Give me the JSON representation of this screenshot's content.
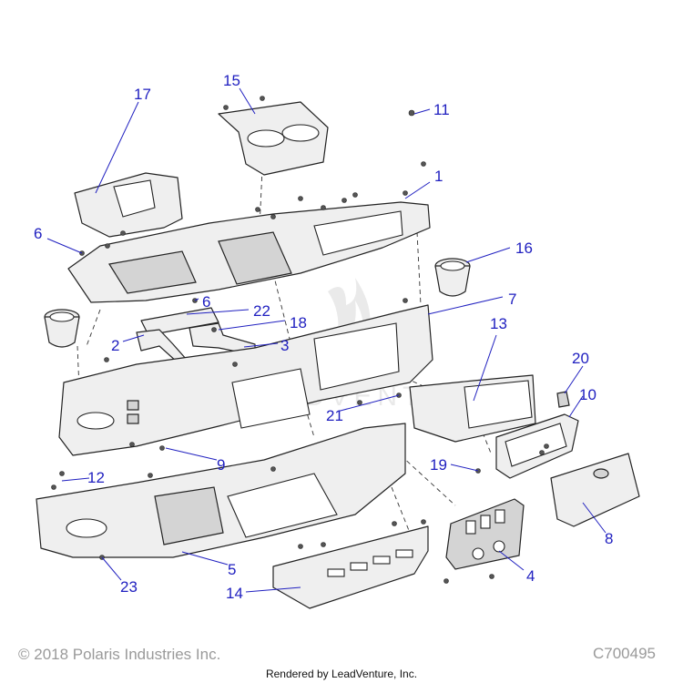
{
  "callouts": [
    {
      "label": "1"
    },
    {
      "label": "2"
    },
    {
      "label": "3"
    },
    {
      "label": "4"
    },
    {
      "label": "5"
    },
    {
      "label": "6"
    },
    {
      "label": "6"
    },
    {
      "label": "7"
    },
    {
      "label": "8"
    },
    {
      "label": "9"
    },
    {
      "label": "10"
    },
    {
      "label": "11"
    },
    {
      "label": "12"
    },
    {
      "label": "13"
    },
    {
      "label": "14"
    },
    {
      "label": "15"
    },
    {
      "label": "16"
    },
    {
      "label": "17"
    },
    {
      "label": "18"
    },
    {
      "label": "19"
    },
    {
      "label": "20"
    },
    {
      "label": "21"
    },
    {
      "label": "22"
    },
    {
      "label": "23"
    }
  ],
  "footer": {
    "copyright": "© 2018 Polaris Industries Inc.",
    "diagram_code": "C700495",
    "rendered_by": "Rendered by LeadVenture, Inc."
  },
  "watermark": "LEADVENTURE",
  "colors": {
    "callout": "#2020c0",
    "outline": "#222222",
    "footer_text": "#9a9a9a"
  }
}
